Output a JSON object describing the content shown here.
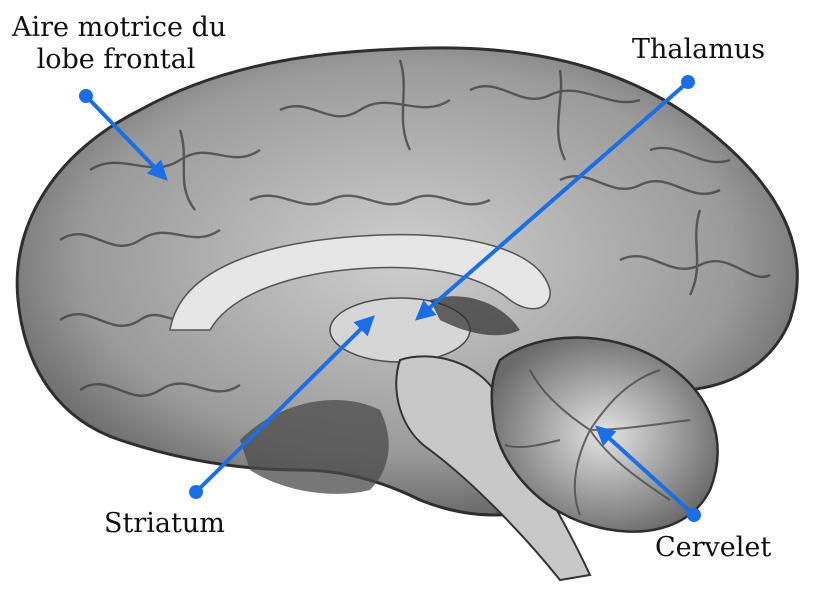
{
  "labels": {
    "motor_line1": "Aire motrice du",
    "motor_line2": "lobe frontal",
    "thalamus": "Thalamus",
    "striatum": "Striatum",
    "cervelet": "Cervelet"
  },
  "colors": {
    "pointer": "#1b6fe6",
    "text": "#111111",
    "brain_light": "#d8d8d8",
    "brain_dark": "#3a3a3a"
  }
}
